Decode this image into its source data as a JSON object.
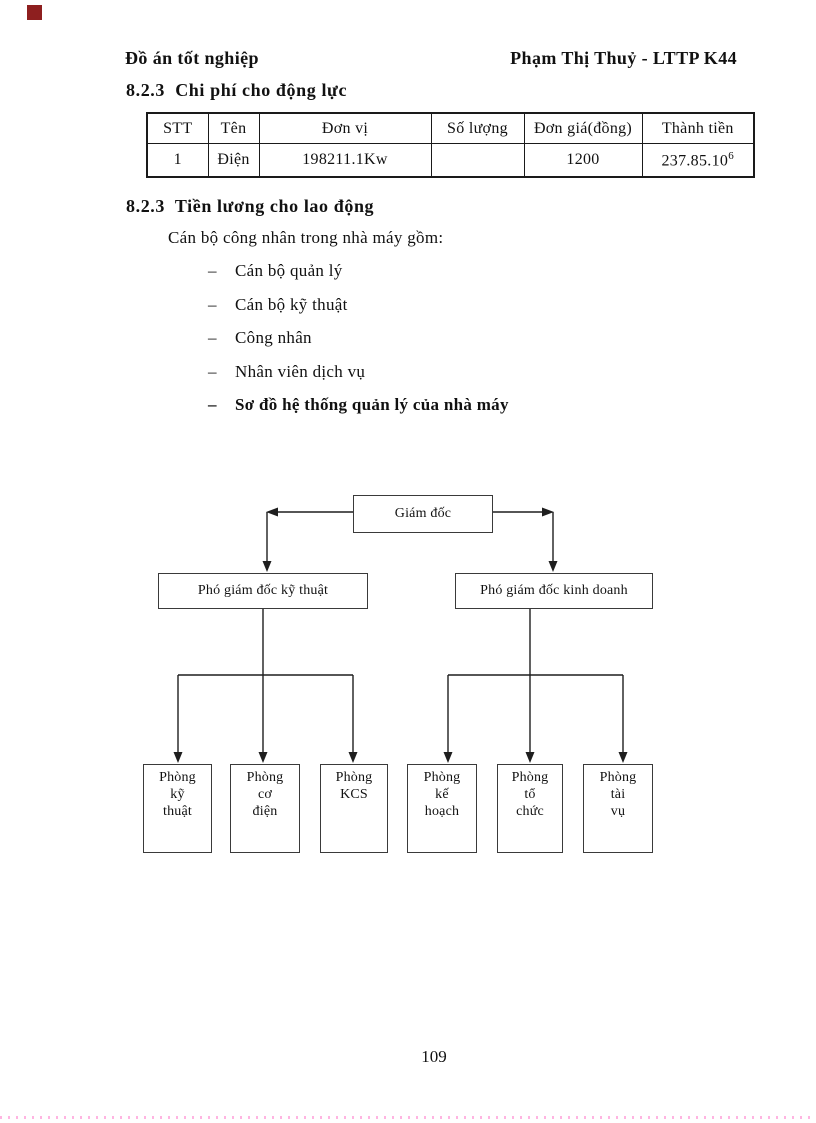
{
  "header": {
    "left": "Đồ án tốt nghiệp",
    "right": "Phạm Thị Thuỷ - LTTP K44"
  },
  "section_cost": {
    "heading": "8.2.3  Chi phí cho động lực",
    "table": {
      "headers": [
        "STT",
        "Tên",
        "Đơn vị",
        "Số lượng",
        "Đơn giá(đồng)",
        "Thành tiền"
      ],
      "row": {
        "stt": "1",
        "ten": "Điện",
        "don_vi": "198211.1Kw",
        "so_luong": "",
        "don_gia": "1200",
        "thanh_tien_base": "237.85.10",
        "thanh_tien_exp": "6"
      }
    }
  },
  "section_salary": {
    "heading": "8.2.3  Tiền lương cho lao động",
    "intro": "Cán bộ công nhân trong nhà máy gồm:",
    "dash": "–",
    "items": [
      "Cán bộ quản lý",
      "Cán bộ kỹ thuật",
      "Công nhân",
      "Nhân viên dịch vụ",
      "Sơ đồ hệ thống quản lý của nhà máy"
    ]
  },
  "org_chart": {
    "root": "Giám đốc",
    "deputies": [
      "Phó giám đốc kỹ thuật",
      "Phó giám đốc kinh doanh"
    ],
    "departments": [
      "Phòng\nkỹ\nthuật",
      "Phòng\ncơ\nđiện",
      "Phòng\nKCS",
      "Phòng\nkế\nhoạch",
      "Phòng\ntổ\nchức",
      "Phòng\ntài\nvụ"
    ]
  },
  "footer": {
    "page_number": "109"
  },
  "decorations": {
    "marker_color": "#8e1f1f",
    "dotted_color": "#ffb5e2"
  }
}
